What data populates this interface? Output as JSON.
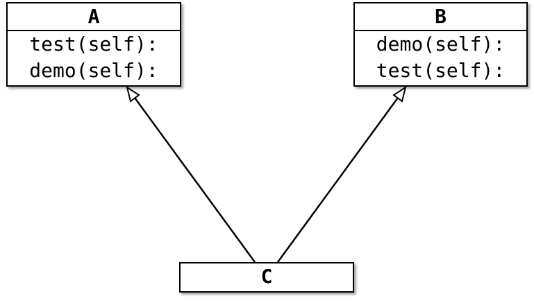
{
  "classes": {
    "a": {
      "name": "A",
      "methods": [
        "test(self):",
        "demo(self):"
      ]
    },
    "b": {
      "name": "B",
      "methods": [
        "demo(self):",
        "test(self):"
      ]
    },
    "c": {
      "name": "C",
      "methods": []
    }
  },
  "relations": [
    {
      "from": "C",
      "to": "A",
      "type": "inheritance"
    },
    {
      "from": "C",
      "to": "B",
      "type": "inheritance"
    }
  ]
}
